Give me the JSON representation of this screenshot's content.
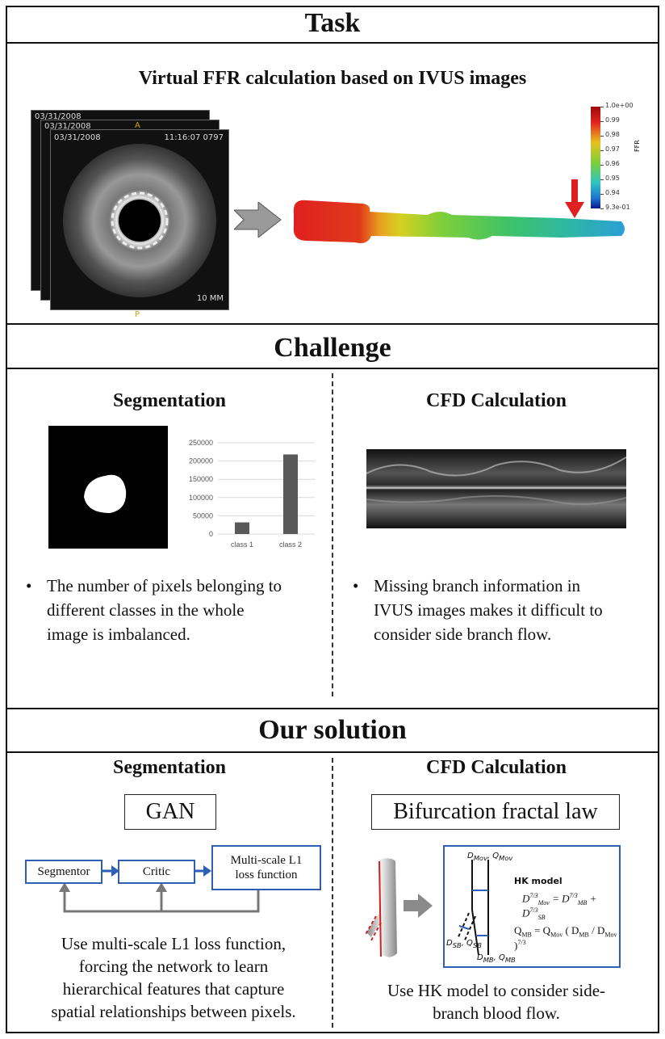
{
  "sections": {
    "task": {
      "header": "Task",
      "subtitle": "Virtual FFR calculation based on IVUS images",
      "ivus_date": "03/31/2008",
      "ivus_time": "11:16:07 0797",
      "ivus_scale": "10 MM",
      "ivus_marker_top": "A",
      "ivus_marker_bottom": "P",
      "colorbar": {
        "label": "FFR",
        "ticks": [
          "1.0e+00",
          "0.99",
          "0.98",
          "0.97",
          "0.96",
          "0.95",
          "0.94",
          "9.3e-01"
        ]
      }
    },
    "challenge": {
      "header": "Challenge",
      "left_title": "Segmentation",
      "right_title": "CFD Calculation",
      "left_bullet": [
        "The number of pixels belonging to",
        "different classes in the whole",
        "image is imbalanced."
      ],
      "right_bullet": [
        "Missing branch information in",
        "IVUS images makes it difficult to",
        "consider side branch flow."
      ]
    },
    "solution": {
      "header": "Our solution",
      "left_title": "Segmentation",
      "right_title": "CFD Calculation",
      "left_method": "GAN",
      "right_method": "Bifurcation fractal law",
      "flow_boxes": [
        "Segmentor",
        "Critic",
        "Multi-scale L1",
        "loss function"
      ],
      "left_caption": [
        "Use multi-scale L1 loss function,",
        "forcing the network to learn",
        "hierarchical features that capture",
        "spatial relationships between pixels."
      ],
      "right_caption": [
        "Use HK model to consider side-",
        "branch blood flow."
      ],
      "hk": {
        "title": "HK model"
      }
    }
  },
  "chart_data": {
    "type": "bar",
    "categories": [
      "class 1",
      "class 2"
    ],
    "values": [
      32000,
      218000
    ],
    "ylim": [
      0,
      250000
    ],
    "yticks": [
      "0",
      "50000",
      "100000",
      "150000",
      "200000",
      "250000"
    ],
    "bar_color": "#595959",
    "grid": true
  }
}
